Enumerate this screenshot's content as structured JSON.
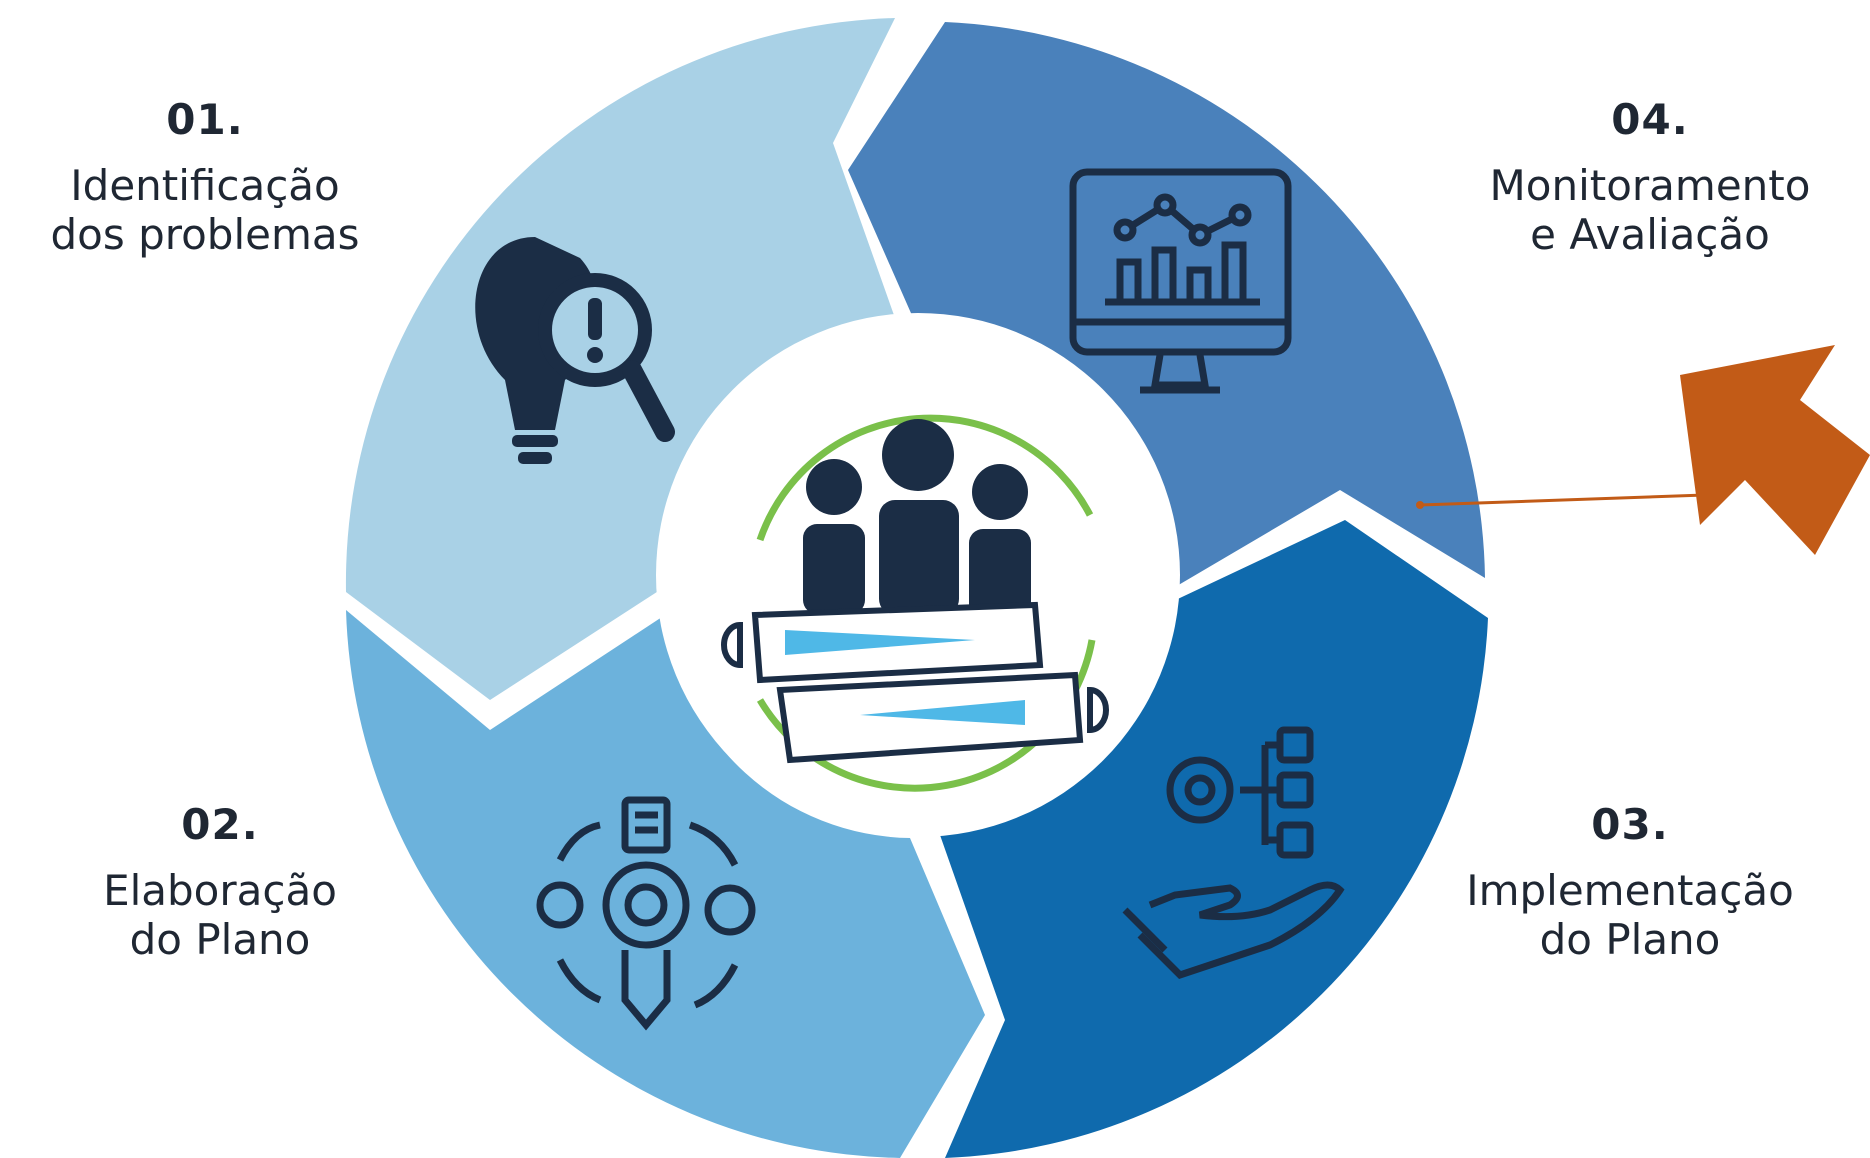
{
  "steps": [
    {
      "number": "01.",
      "line1": "Identificação",
      "line2": "dos problemas",
      "icon": "lightbulb-magnifier-icon",
      "color": "#a9d1e6"
    },
    {
      "number": "02.",
      "line1": "Elaboração",
      "line2": "do Plano",
      "icon": "gear-pencil-cycle-icon",
      "color": "#6cb2dc"
    },
    {
      "number": "03.",
      "line1": "Implementação",
      "line2": "do Plano",
      "icon": "hand-gear-hierarchy-icon",
      "color": "#0f6aad"
    },
    {
      "number": "04.",
      "line1": "Monitoramento",
      "line2": "e Avaliação",
      "icon": "monitor-chart-icon",
      "color": "#4a81bb"
    }
  ],
  "center": {
    "icon": "team-plan-icon",
    "ring_color": "#7ac04a"
  },
  "pointer": {
    "color": "#c25b17"
  }
}
